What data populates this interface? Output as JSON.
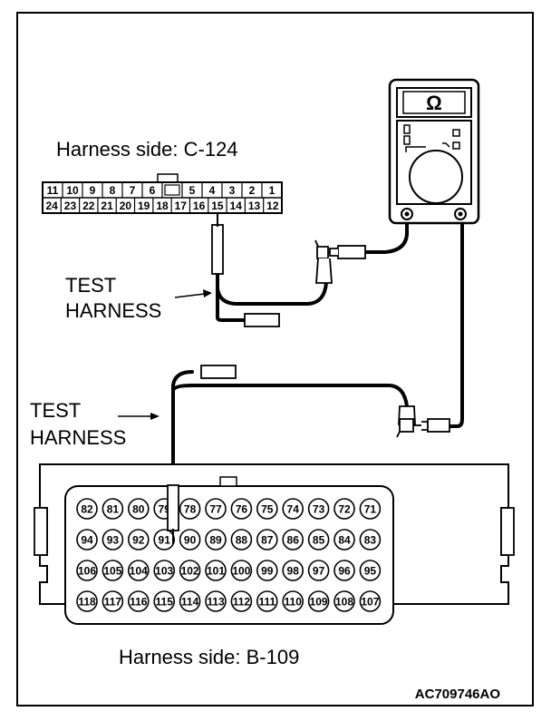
{
  "figure_id": "AC709746AO",
  "meter": {
    "symbol": "Ω"
  },
  "connector_c124": {
    "label": "Harness side: C-124",
    "row1": [
      "11",
      "10",
      "9",
      "8",
      "7",
      "6",
      "",
      "5",
      "4",
      "3",
      "2",
      "1"
    ],
    "row2": [
      "24",
      "23",
      "22",
      "21",
      "20",
      "19",
      "18",
      "17",
      "16",
      "15",
      "14",
      "13",
      "12"
    ]
  },
  "test_harness_upper": {
    "line1": "TEST",
    "line2": "HARNESS"
  },
  "test_harness_lower": {
    "line1": "TEST",
    "line2": "HARNESS"
  },
  "connector_b109": {
    "label": "Harness side: B-109",
    "rows": [
      [
        "82",
        "81",
        "80",
        "79",
        "78",
        "77",
        "76",
        "75",
        "74",
        "73",
        "72",
        "71"
      ],
      [
        "94",
        "93",
        "92",
        "91",
        "90",
        "89",
        "88",
        "87",
        "86",
        "85",
        "84",
        "83"
      ],
      [
        "106",
        "105",
        "104",
        "103",
        "102",
        "101",
        "100",
        "99",
        "98",
        "97",
        "96",
        "95"
      ],
      [
        "118",
        "117",
        "116",
        "115",
        "114",
        "113",
        "112",
        "111",
        "110",
        "109",
        "108",
        "107"
      ]
    ]
  }
}
